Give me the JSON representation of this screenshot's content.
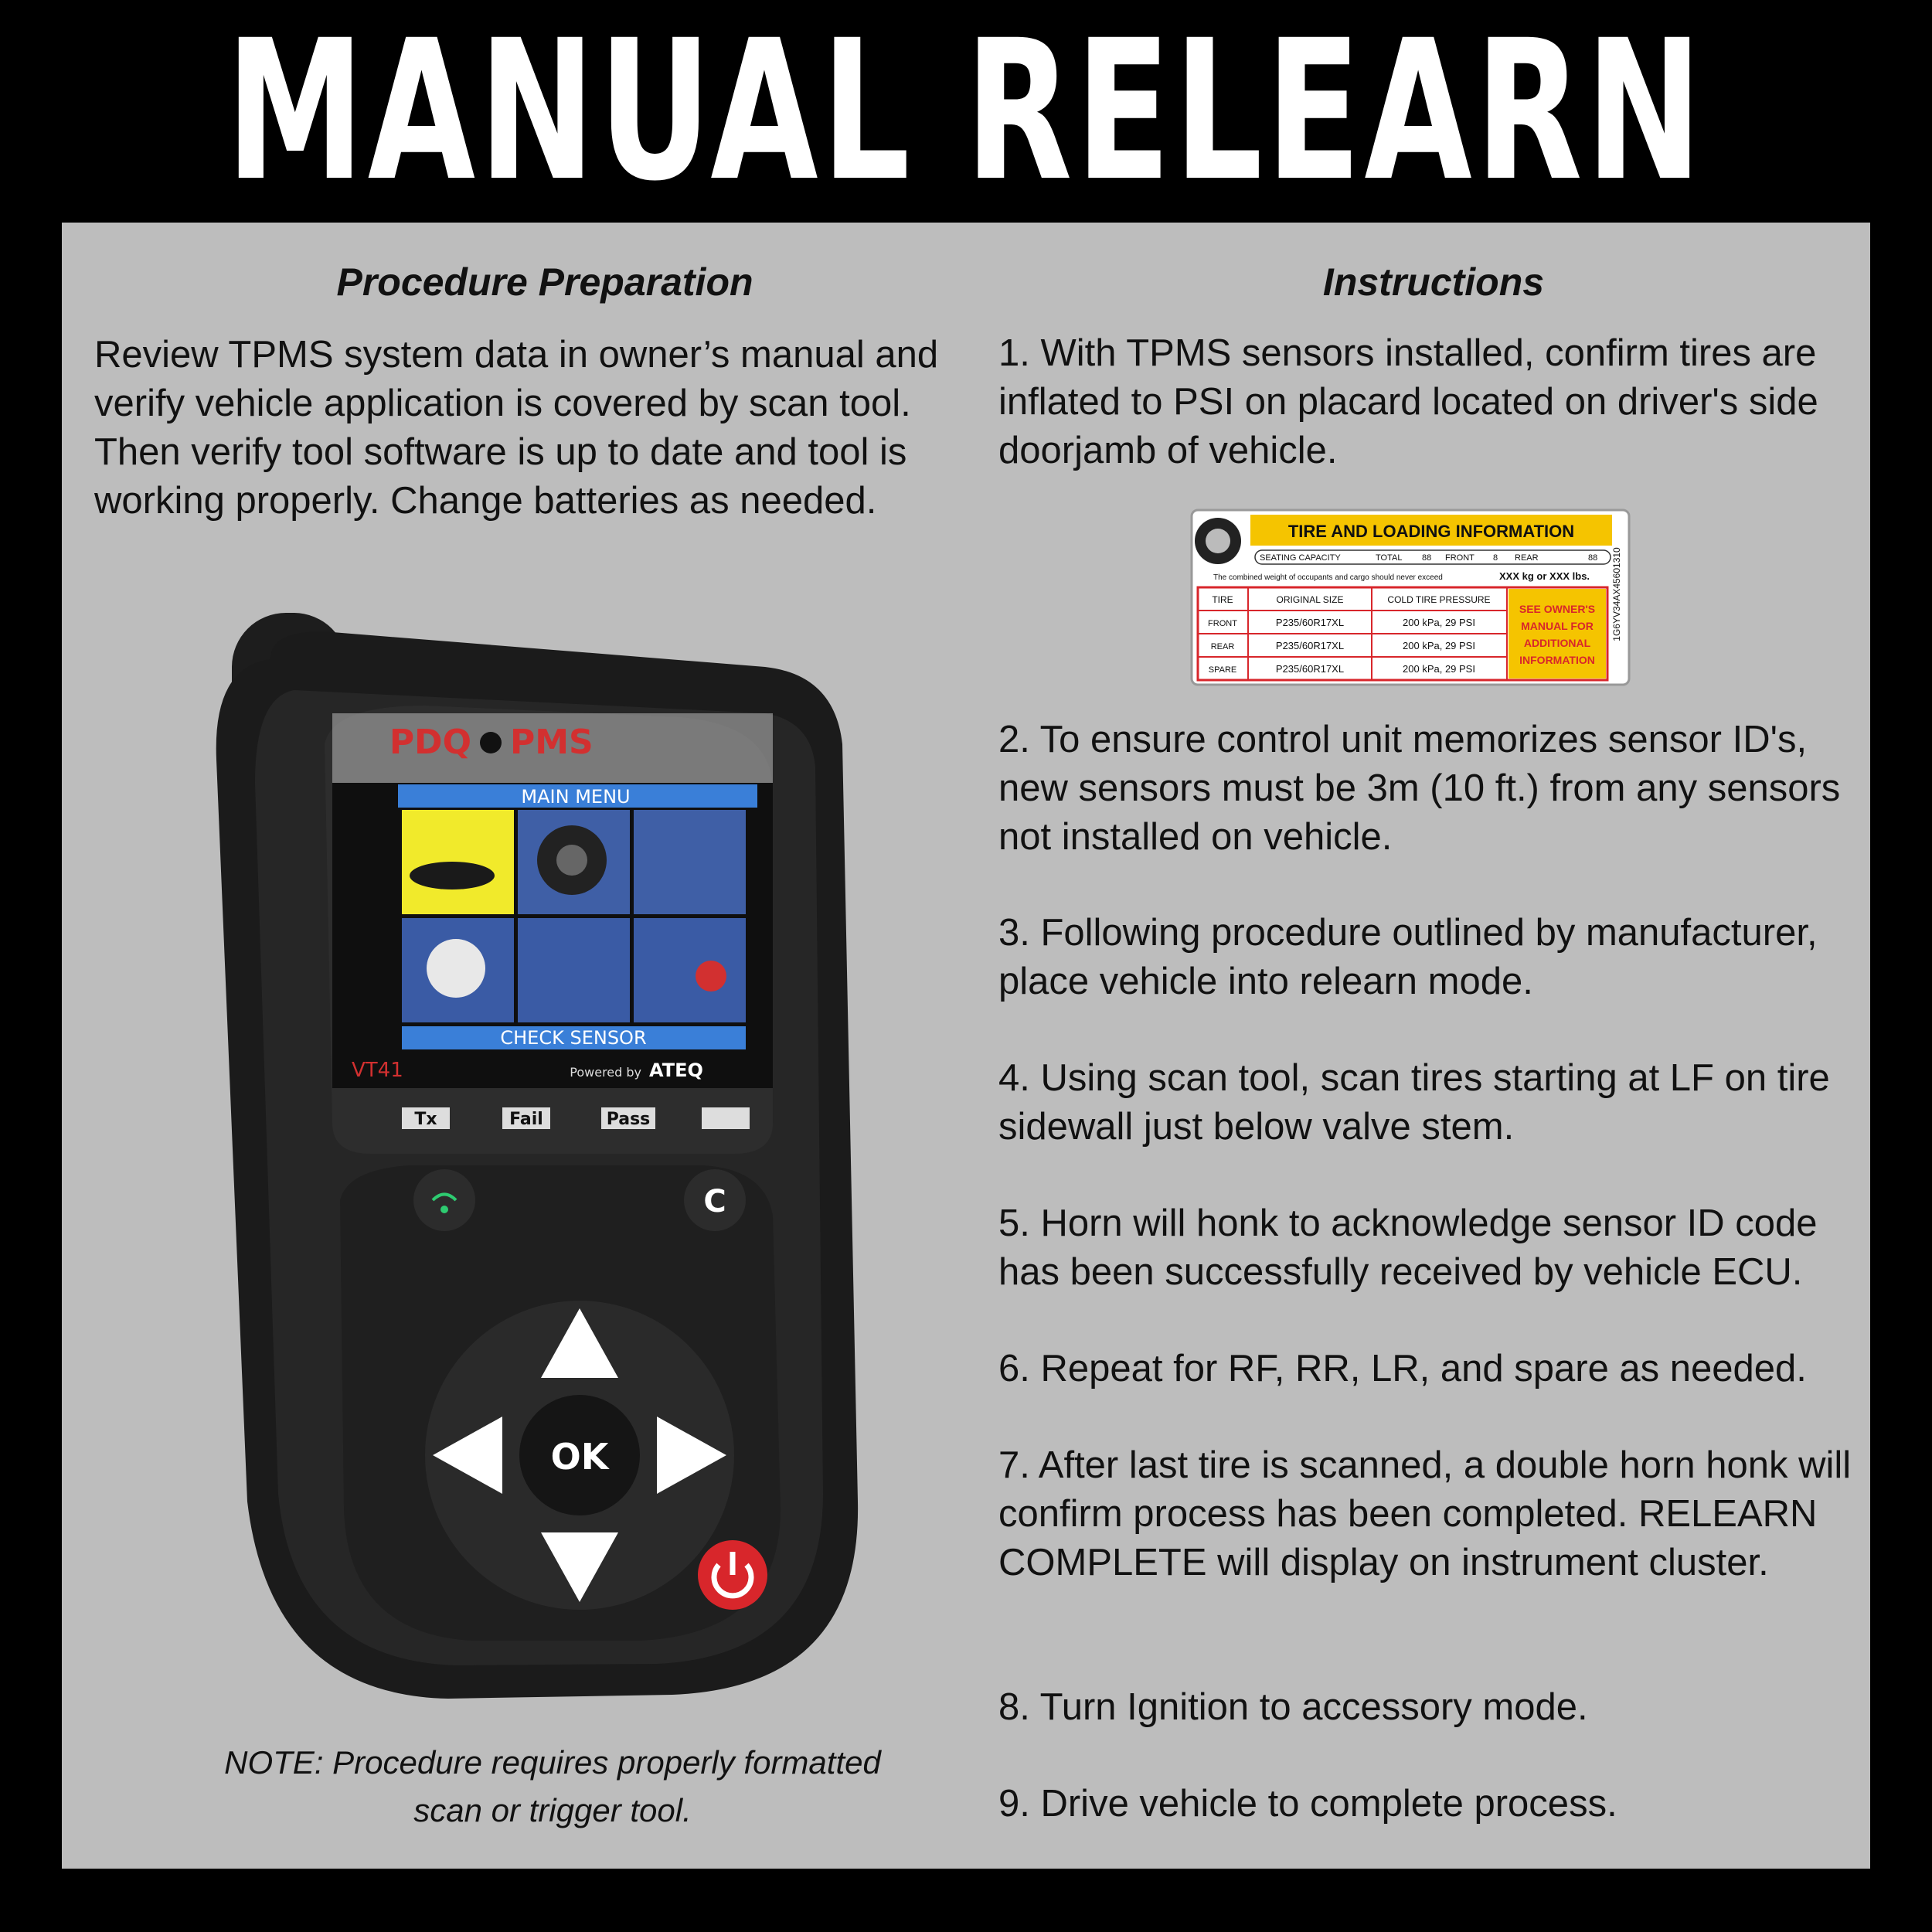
{
  "header": {
    "title": "MANUAL RELEARN"
  },
  "preparation": {
    "title": "Procedure Preparation",
    "text": "Review TPMS system data in owner’s manual and verify vehicle application is covered by scan tool. Then verify tool software is up to date and tool is working properly. Change batteries as needed.",
    "note_line1": "NOTE: Procedure requires properly formatted",
    "note_line2": "scan or trigger tool."
  },
  "instructions": {
    "title": "Instructions",
    "steps": [
      "1. With TPMS sensors installed, confirm tires are inflated to PSI on placard located on driver's side doorjamb of vehicle.",
      "2. To ensure control unit memorizes sensor ID's, new sensors must be 3m (10 ft.) from any sensors not installed on vehicle.",
      "3. Following procedure outlined by manufacturer, place vehicle into relearn mode.",
      "4. Using scan tool, scan tires starting at LF on tire sidewall just below valve stem.",
      "5. Horn will honk to acknowledge sensor ID code has been successfully received by vehicle ECU.",
      "6. Repeat for RF, RR, LR, and spare as needed.",
      "7. After last tire is scanned, a double horn honk will confirm process has been completed. RELEARN COMPLETE will display on instrument cluster.",
      "8. Turn Ignition to accessory mode.",
      "9. Drive vehicle to complete process."
    ]
  },
  "placard": {
    "title": "TIRE AND LOADING INFORMATION",
    "seating": "SEATING CAPACITY",
    "total": "TOTAL",
    "total_val": "88",
    "front": "FRONT",
    "front_val": "8",
    "rear": "REAR",
    "rear_val": "88",
    "weight_note": "The combined weight of occupants and cargo should never exceed",
    "weight_val": "XXX kg or XXX lbs.",
    "col_tire": "TIRE",
    "col_size": "ORIGINAL SIZE",
    "col_pressure": "COLD TIRE PRESSURE",
    "rows": [
      {
        "tire": "FRONT",
        "size": "P235/60R17XL",
        "pressure": "200 kPa, 29 PSI"
      },
      {
        "tire": "REAR",
        "size": "P235/60R17XL",
        "pressure": "200 kPa, 29 PSI"
      },
      {
        "tire": "SPARE",
        "size": "P235/60R17XL",
        "pressure": "200 kPa, 29 PSI"
      }
    ],
    "see_line1": "SEE OWNER'S",
    "see_line2": "MANUAL FOR",
    "see_line3": "ADDITIONAL",
    "see_line4": "INFORMATION",
    "vin": "1G6YV34AX45601310"
  },
  "device": {
    "brand_left": "PDQ",
    "brand_right": "PMS",
    "menu_title": "MAIN MENU",
    "menu_footer": "CHECK SENSOR",
    "model": "VT41",
    "powered_by": "Powered by",
    "powered_brand": "ATEQ",
    "status_tx": "Tx",
    "status_fail": "Fail",
    "status_pass": "Pass",
    "key_c": "C",
    "key_ok": "OK"
  },
  "colors": {
    "panel": "#bdbdbd",
    "banner": "#000000",
    "placard_yellow": "#f5c400",
    "placard_red": "#d8262b",
    "menu_blue": "#3a7fd8",
    "power_red": "#d8262b"
  }
}
